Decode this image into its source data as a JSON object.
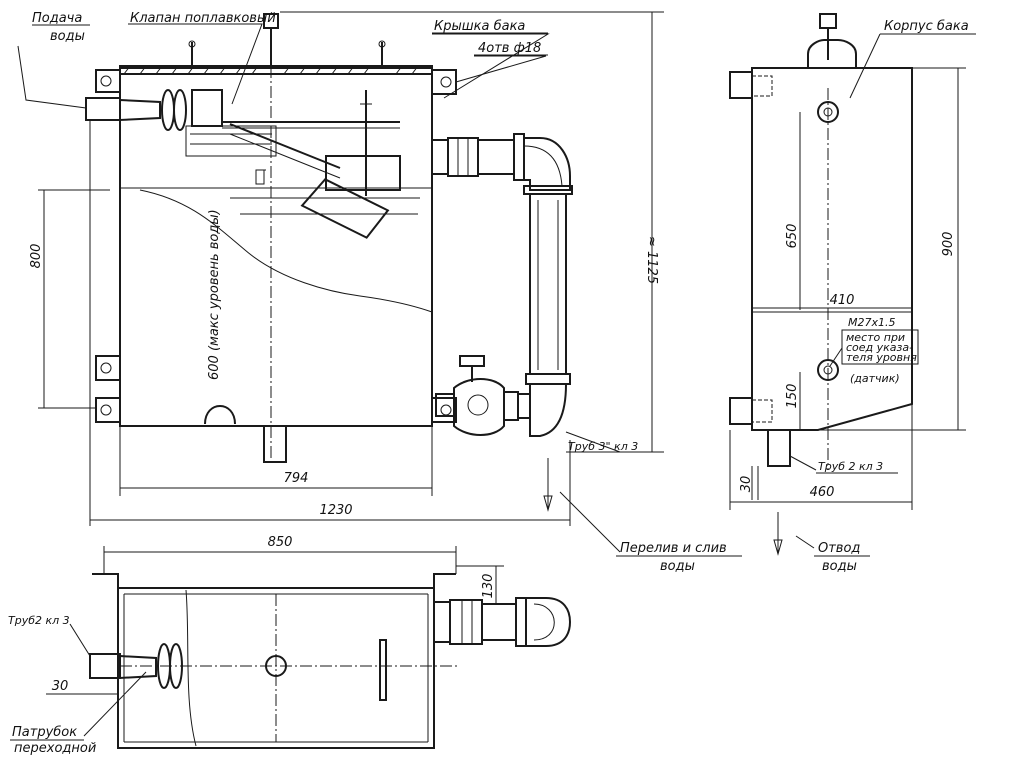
{
  "labels": {
    "water_supply_1": "Подача",
    "water_supply_2": "воды",
    "float_valve": "Клапан поплавковый",
    "tank_lid": "Крышка бака",
    "holes": "4отв ф18",
    "tank_body": "Корпус бака",
    "max_level": "600 (макс уровень воды)",
    "thread": "M27x1.5",
    "indicator_1": "место при",
    "indicator_2": "соед указа-",
    "indicator_3": "теля уровня",
    "sensor": "(датчик)",
    "pipe3": "Труб 3\" кл 3",
    "pipe2_side": "Труб 2 кл 3",
    "overflow_1": "Перелив и слив",
    "overflow_2": "воды",
    "outlet_1": "Отвод",
    "outlet_2": "воды",
    "pipe2_plan": "Труб2 кл 3",
    "nozzle_1": "Патрубок",
    "nozzle_2": "переходной"
  },
  "dimensions": {
    "d800": "800",
    "d1125": "≈ 1125",
    "d794": "794",
    "d1230": "1230",
    "d650": "650",
    "d900": "900",
    "d410": "410",
    "d150": "150",
    "d30_side": "30",
    "d460": "460",
    "d850": "850",
    "d130": "130",
    "d30_plan": "30"
  }
}
